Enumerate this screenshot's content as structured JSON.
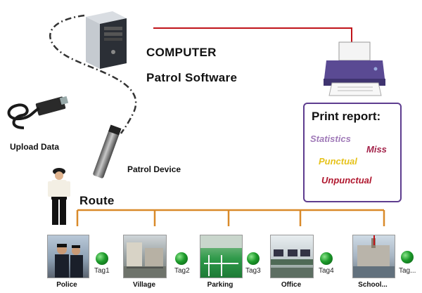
{
  "computer": {
    "title": "COMPUTER",
    "subtitle": "Patrol Software"
  },
  "upload_label": "Upload Data",
  "device_label": "Patrol Device",
  "route_label": "Route",
  "report": {
    "title": "Print report:",
    "items": [
      {
        "text": "Statistics",
        "color": "#a07ab8"
      },
      {
        "text": "Miss",
        "color": "#a3234a"
      },
      {
        "text": "Punctual",
        "color": "#e6c21a"
      },
      {
        "text": "Unpunctual",
        "color": "#b0172e"
      }
    ]
  },
  "checkpoints": [
    {
      "name": "Police",
      "tag": "Tag1"
    },
    {
      "name": "Village",
      "tag": "Tag2"
    },
    {
      "name": "Parking",
      "tag": "Tag3"
    },
    {
      "name": "Office",
      "tag": "Tag4"
    },
    {
      "name": "School...",
      "tag": "Tag..."
    }
  ],
  "colors": {
    "route_line": "#d98a2a",
    "link_line": "#c0141a",
    "report_border": "#5e3d8f"
  }
}
